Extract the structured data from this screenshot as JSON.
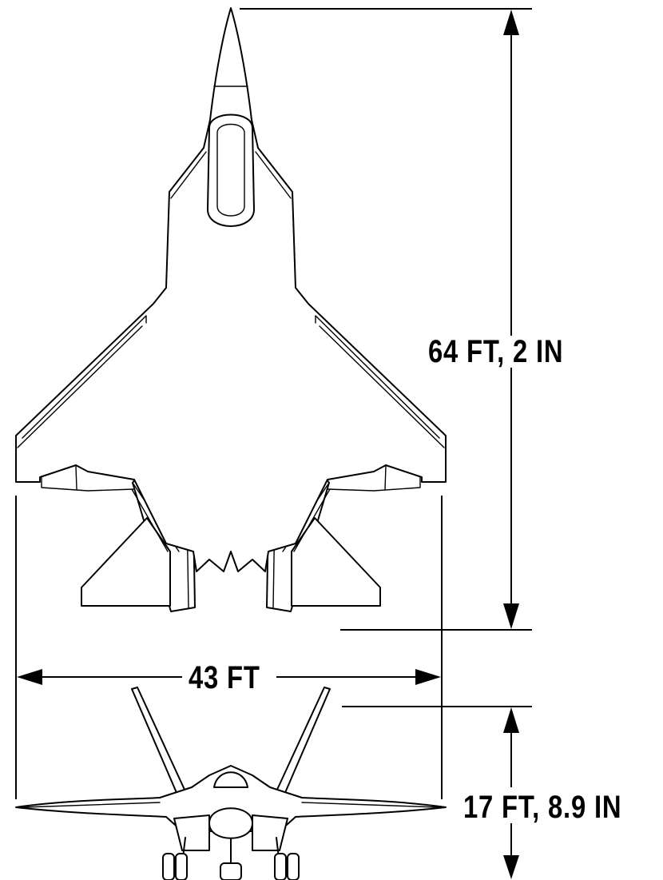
{
  "dimensions": {
    "length": "64 FT, 2 IN",
    "wingspan": "43 FT",
    "height": "17 FT, 8.9 IN"
  },
  "colors": {
    "ink": "#000000",
    "background": "#ffffff"
  }
}
